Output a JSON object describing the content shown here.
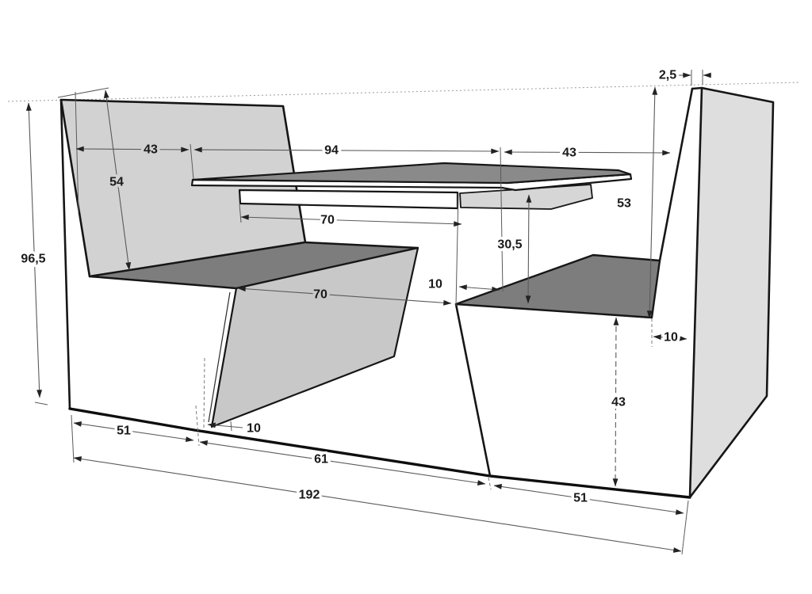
{
  "diagram": {
    "title": "Dimensioned perspective line drawing of a booth seating set: two benches with backrests and a table between them",
    "style": "technical CAD drawing",
    "colors": {
      "background": "#ffffff",
      "backrest_panel": "#d2d2d2",
      "right_side_panel": "#dedede",
      "seat_surface": "#7d7d7d",
      "tabletop_surface": "#8a8a8a",
      "support_panel": "#c8c8c8",
      "outline": "#161616",
      "dimension_line": "#5a5a5a",
      "dimension_text": "#1a1a1a"
    },
    "dims": {
      "d43_left": "43",
      "d94": "94",
      "d43_right": "43",
      "d2_5": "2,5",
      "d54": "54",
      "d96_5": "96,5",
      "d70_table": "70",
      "d30_5": "30,5",
      "d53": "53",
      "d10_table": "10",
      "d70_seat": "70",
      "d10_seat_right": "10",
      "d43_seat_right": "43",
      "d10_floor": "10",
      "d51_left": "51",
      "d61_center": "61",
      "d51_right": "51",
      "d192_total": "192"
    }
  }
}
